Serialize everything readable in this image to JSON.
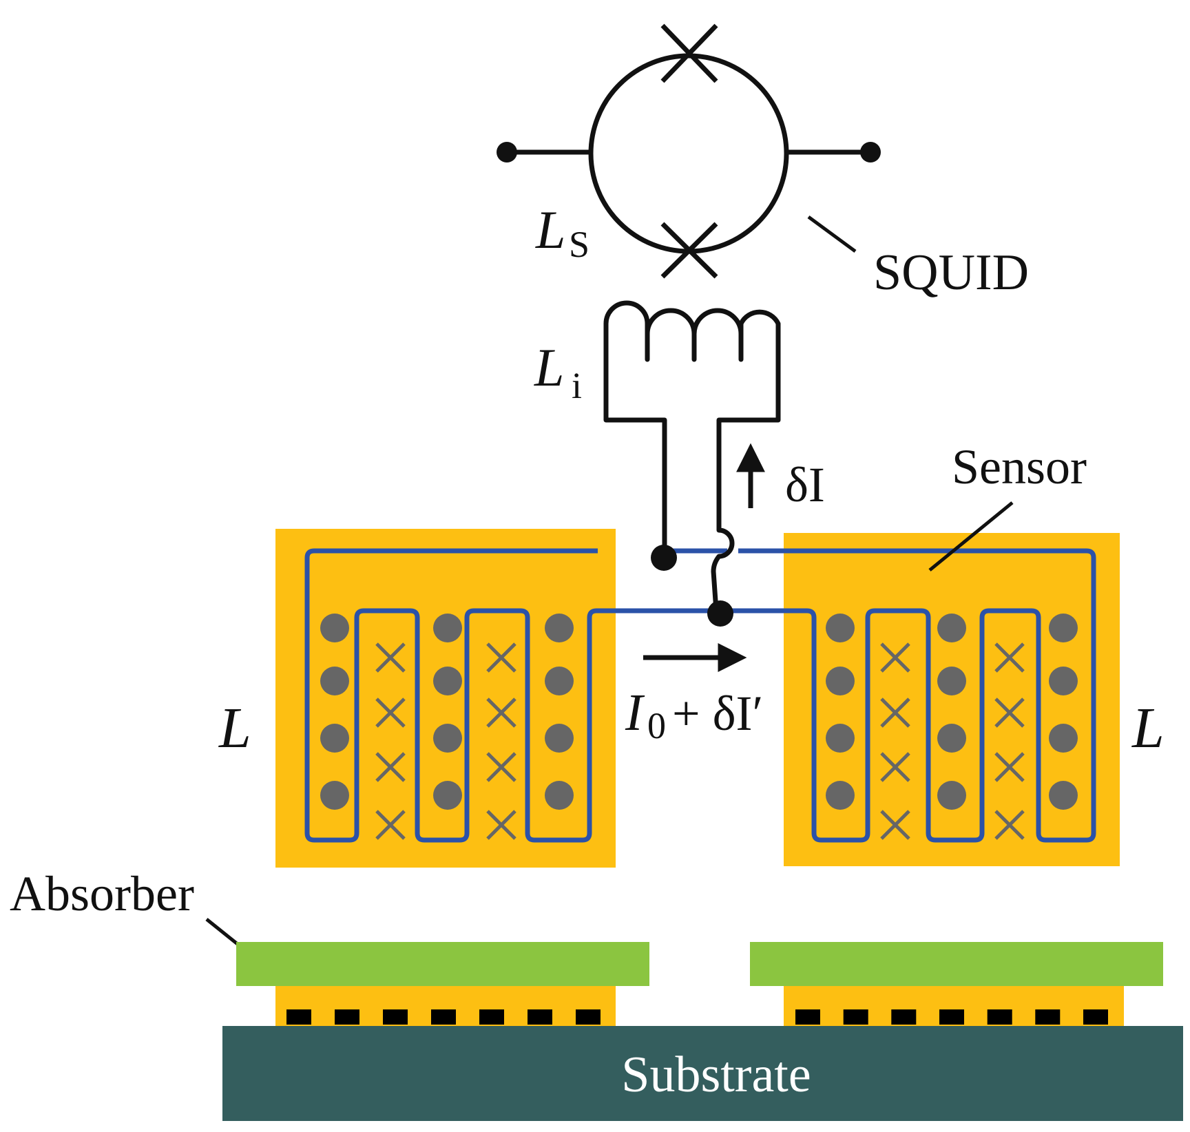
{
  "labels": {
    "squid": "SQUID",
    "sensor": "Sensor",
    "absorber": "Absorber",
    "substrate": "Substrate",
    "ls_main": "L",
    "ls_sub": "S",
    "li_main": "L",
    "li_sub": "i",
    "delta_i": "δI",
    "i0_main": "I",
    "i0_sub": "0",
    "i0_rest": "+ δI′",
    "l_left": "L",
    "l_right": "L"
  },
  "colors": {
    "sensor_fill": "#FDBF12",
    "coil_wire": "#2B52A8",
    "circuit_wire": "#111111",
    "flux_marker": "#666666",
    "absorber_fill": "#8BC540",
    "substrate_fill": "#345E5E",
    "substrate_text": "#FFFFFF"
  },
  "structure": {
    "sensor_count": 2,
    "dots_per_column": 4,
    "crosses_per_column": 4,
    "dot_columns_per_sensor": 3,
    "cross_columns_per_sensor": 2,
    "contact_pads_per_sensor": 7
  }
}
